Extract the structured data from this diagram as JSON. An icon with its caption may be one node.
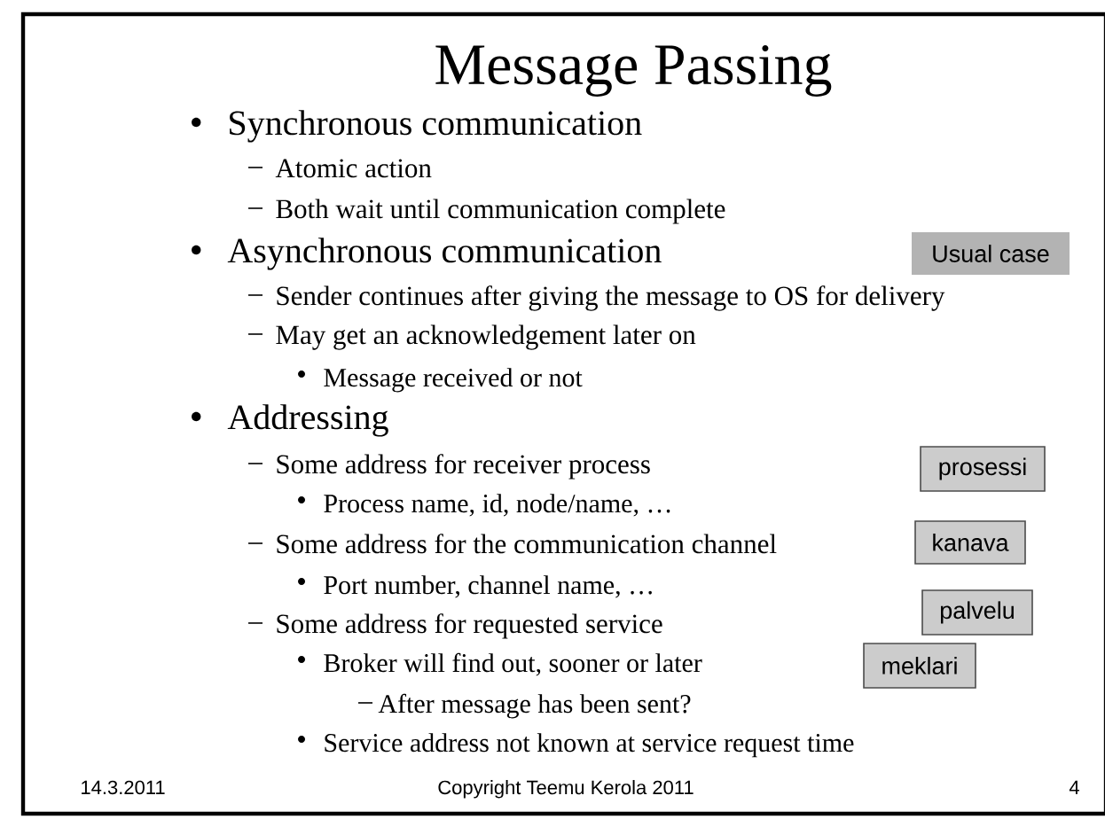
{
  "diagram": {
    "title": "Message Passing",
    "nodes": [
      {
        "text": [
          "Usual case"
        ]
      },
      {
        "text": [
          "prosessi"
        ]
      },
      {
        "text": [
          "kanava"
        ]
      },
      {
        "text": [
          "palvelu"
        ]
      },
      {
        "text": [
          "meklari"
        ]
      }
    ],
    "labels": [
      "Synchronous communication",
      "Atomic action",
      "Both wait until communication complete",
      "Asynchronous communication",
      "Sender continues after giving the message to OS for delivery",
      "May get an acknowledgement later on",
      "Message received or not",
      "Addressing",
      "Some address for receiver process",
      "Process name, id, node/name, …",
      "Some address for the communication channel",
      "Port number, channel name, …",
      "Some address for requested service",
      "Broker will find out, sooner or later",
      "After message has been sent?",
      "Service address not known at service request time",
      "14.3.2011",
      "Copyright Teemu Kerola 2011",
      "4"
    ]
  }
}
